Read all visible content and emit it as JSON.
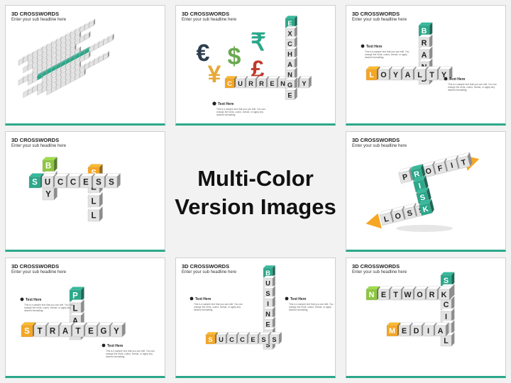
{
  "center": {
    "line1": "Multi-Color",
    "line2": "Version Images"
  },
  "slide_common": {
    "title": "3D CROSSWORDS",
    "subtitle": "Enter your sub headline here"
  },
  "note": {
    "title": "Text Here",
    "body": "This is a sample text that you can edit. You can change the fonts, colors, format, or apply any desired formatting."
  },
  "colors": {
    "gray_cube": "#e3e3e3",
    "teal": "#2aa88a",
    "orange": "#f5a623",
    "green": "#8dc63f",
    "dark": "#444444",
    "accent_line": "#2aa88a"
  },
  "slides": [
    {
      "id": "s1",
      "words": [
        "3D CROSSWORDS"
      ]
    },
    {
      "id": "s2",
      "words": [
        "CURRENCY",
        "EXCHANGE"
      ],
      "symbols": [
        "€",
        "$",
        "₹",
        "¥",
        "£"
      ]
    },
    {
      "id": "s3",
      "words": [
        "LOYALTY",
        "BRAND"
      ]
    },
    {
      "id": "s4",
      "words": [
        "SUCCESS",
        "BUY",
        "SELL"
      ]
    },
    {
      "id": "s5",
      "words": [
        "PROFIT",
        "RISK",
        "LOSS"
      ]
    },
    {
      "id": "s6",
      "words": [
        "STRATEGY",
        "PLAN"
      ]
    },
    {
      "id": "s7",
      "words": [
        "SUCCESS",
        "BUSINESS"
      ]
    },
    {
      "id": "s8",
      "words": [
        "NETWORK",
        "SOCIAL",
        "MEDIA"
      ]
    }
  ]
}
